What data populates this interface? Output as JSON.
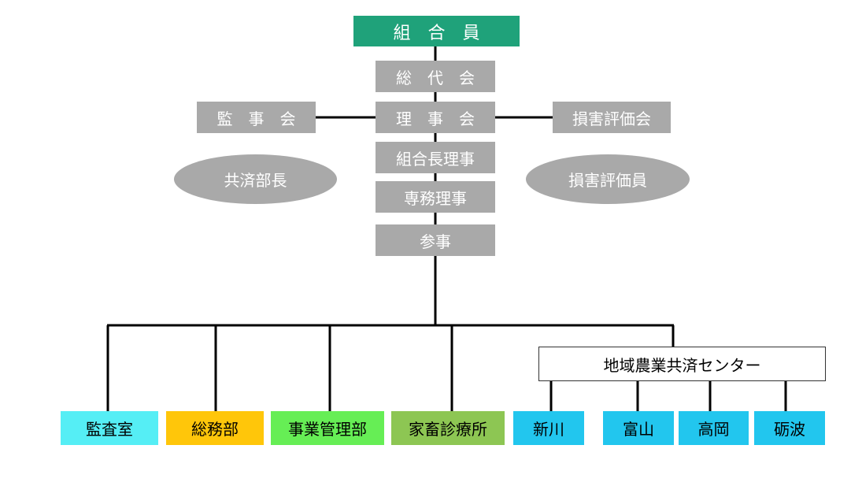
{
  "colors": {
    "top": "#1fa27a",
    "gray": "#a9a9a9",
    "ellipse": "#a9a9a9",
    "cyan": "#55eef5",
    "yellow": "#ffc60a",
    "green": "#66ee55",
    "olive": "#8dc653",
    "blue": "#22c6ee",
    "line": "#000000"
  },
  "top": {
    "label": "組　合　員"
  },
  "chain": [
    {
      "label": "総　代　会"
    },
    {
      "label": "理　事　会"
    },
    {
      "label": "組合長理事"
    },
    {
      "label": "専務理事"
    },
    {
      "label": "参事"
    }
  ],
  "side": {
    "audit": "監　事　会",
    "damage_committee": "損害評価会"
  },
  "ellipses": {
    "left": "共済部長",
    "right": "損害評価員"
  },
  "center": {
    "label": "地域農業共済センター"
  },
  "departments": [
    {
      "label": "監査室"
    },
    {
      "label": "総務部"
    },
    {
      "label": "事業管理部"
    },
    {
      "label": "家畜診療所"
    }
  ],
  "branches": [
    {
      "label": "新川"
    },
    {
      "label": "富山"
    },
    {
      "label": "高岡"
    },
    {
      "label": "砺波"
    }
  ]
}
